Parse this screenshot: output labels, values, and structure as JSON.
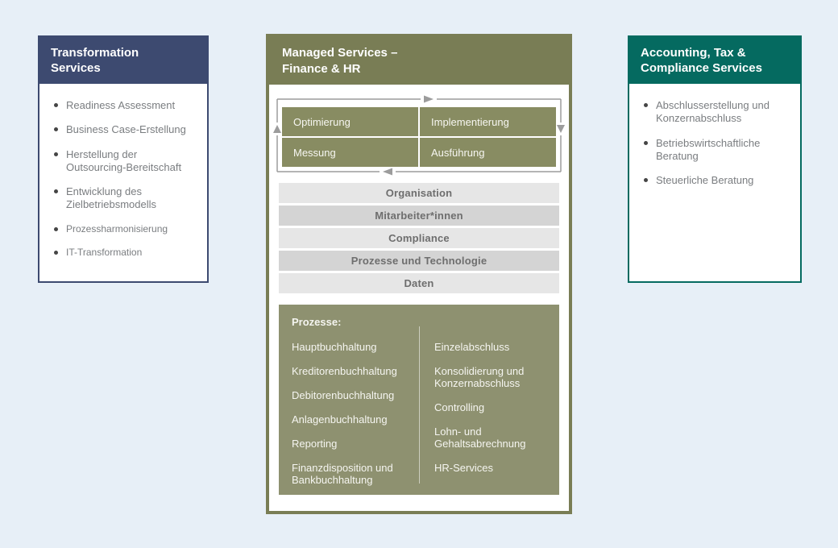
{
  "colors": {
    "background": "#e7eff7",
    "navy": "#3d4a70",
    "olive": "#797d55",
    "olive_cell": "#888c62",
    "olive_box": "#8e9170",
    "teal": "#056a60",
    "bar_light": "#e6e6e6",
    "bar_dark": "#d4d4d4",
    "arrow_gray": "#9c9c9c"
  },
  "left_panel": {
    "title": "Transformation\nServices",
    "items": [
      "Readiness Assessment",
      "Business Case-Erstellung",
      "Herstellung der Outsourcing-Bereitschaft",
      "Entwicklung des Zielbetriebsmodells",
      "Prozessharmonisierung",
      "IT-Transformation"
    ]
  },
  "middle_panel": {
    "title": "Managed Services –\nFinance & HR",
    "cycle_cells": [
      "Optimierung",
      "Implementierung",
      "Messung",
      "Ausführung"
    ],
    "layers": [
      "Organisation",
      "Mitarbeiter*innen",
      "Compliance",
      "Prozesse und Technologie",
      "Daten"
    ],
    "prozesse": {
      "heading": "Prozesse:",
      "left": [
        "Hauptbuchhaltung",
        "Kreditorenbuchhaltung",
        "Debitorenbuchhaltung",
        "Anlagenbuchhaltung",
        "Reporting",
        "Finanzdisposition und Bankbuchhaltung"
      ],
      "right": [
        "Einzelabschluss",
        "Konsolidierung und Konzernabschluss",
        "Controlling",
        "Lohn- und Gehaltsabrechnung",
        "HR-Services"
      ]
    }
  },
  "right_panel": {
    "title": "Accounting, Tax &\nCompliance Services",
    "items": [
      "Abschlusserstellung und Konzernabschluss",
      "Betriebswirtschaftliche Beratung",
      "Steuerliche Beratung"
    ]
  }
}
